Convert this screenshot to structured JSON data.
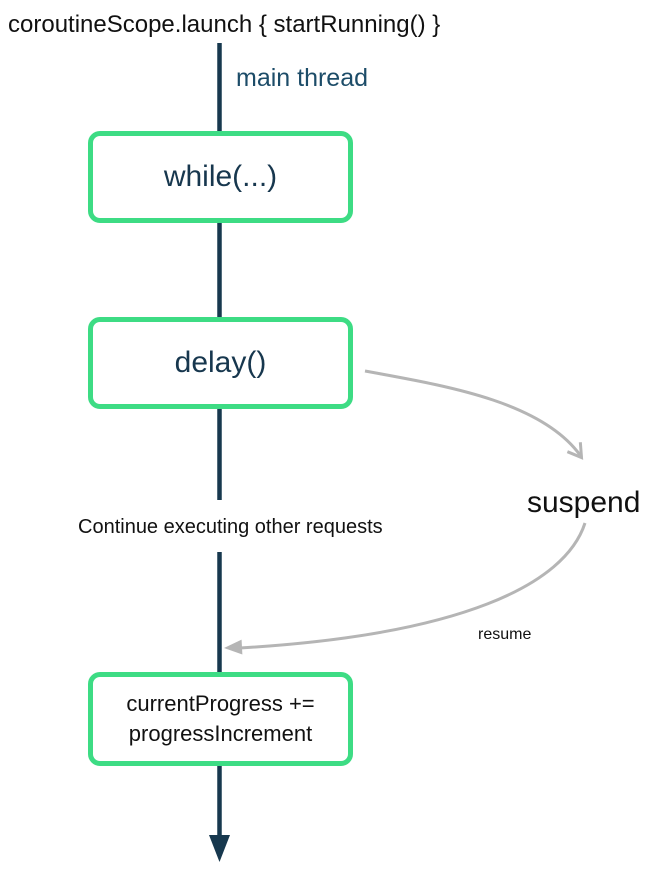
{
  "title": "coroutineScope.launch { startRunning() }",
  "main_thread": {
    "label": "main thread"
  },
  "nodes": {
    "while_node": {
      "label": "while(...)"
    },
    "delay_node": {
      "label": "delay()"
    },
    "progress_node": {
      "line1": "currentProgress +=",
      "line2": "progressIncrement"
    }
  },
  "annotations": {
    "suspend": "suspend",
    "resume": "resume",
    "continue_note": "Continue executing other requests"
  },
  "colors": {
    "node_border_green": "#3ddc84",
    "thread_line_navy": "#17384e",
    "thread_label_blue": "#1c4c68",
    "node_text_navy": "#17374e",
    "arrow_gray": "#b5b5b5",
    "text_black": "#111111",
    "background": "#ffffff"
  }
}
